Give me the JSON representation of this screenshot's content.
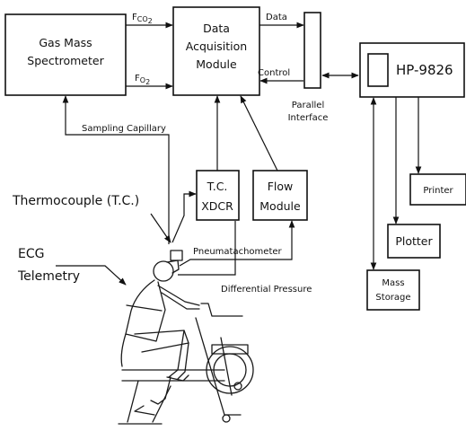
{
  "blocks": {
    "spectrometer": [
      "Gas Mass",
      "Spectrometer"
    ],
    "daq": [
      "Data",
      "Acquisition",
      "Module"
    ],
    "hp": "HP-9826",
    "tc_xdcr": [
      "T.C.",
      "XDCR"
    ],
    "flow": [
      "Flow",
      "Module"
    ],
    "printer": "Printer",
    "plotter": "Plotter",
    "mass_storage": [
      "Mass",
      "Storage"
    ]
  },
  "signals": {
    "fco2_main": "F",
    "fco2_sub": "CO",
    "fco2_sub2": "2",
    "fo2_main": "F",
    "fo2_sub": "O",
    "fo2_sub2": "2",
    "data": "Data",
    "control": "Control",
    "parallel_interface": [
      "Parallel",
      "Interface"
    ],
    "sampling_capillary": "Sampling Capillary",
    "pneumatachometer": "Pneumatachometer",
    "differential_pressure": "Differential Pressure"
  },
  "side_labels": {
    "thermocouple": "Thermocouple (T.C.)",
    "ecg": [
      "ECG",
      "Telemetry"
    ]
  }
}
